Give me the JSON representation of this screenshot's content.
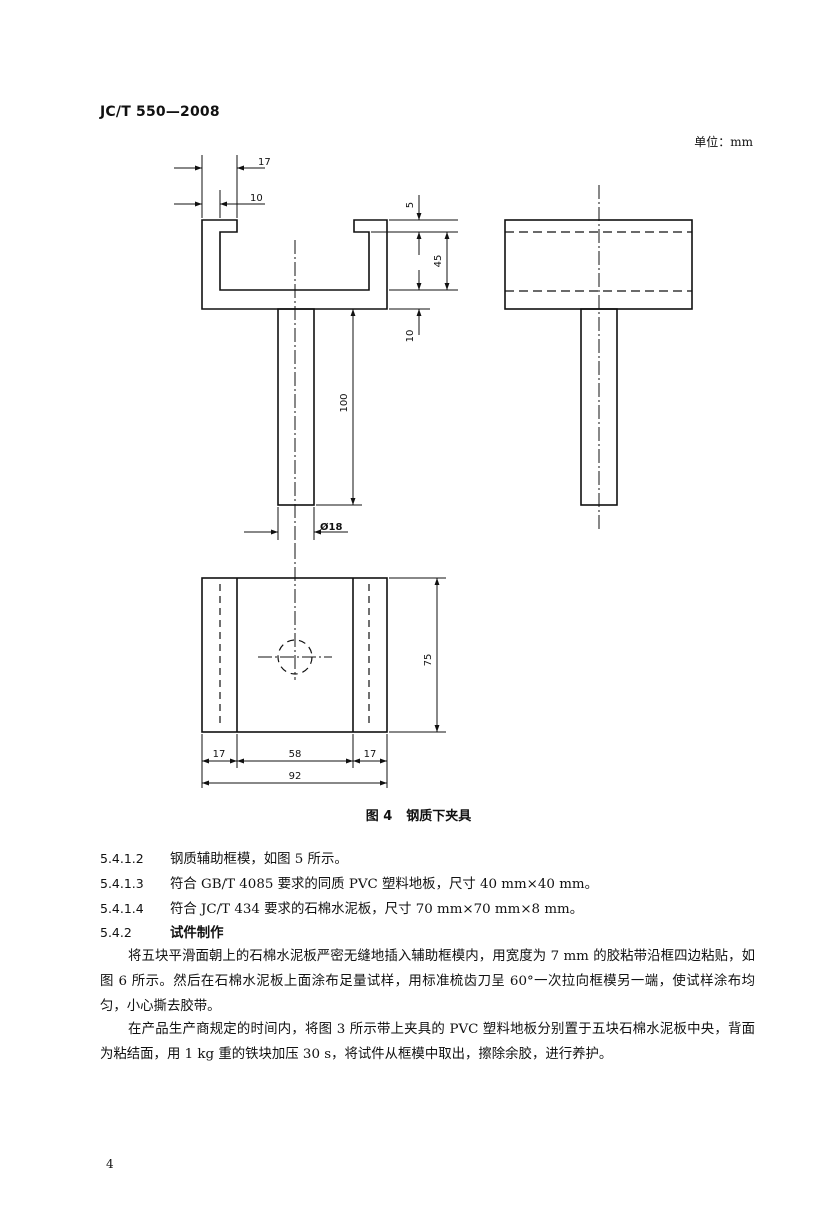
{
  "header": {
    "standard_code": "JC/T 550—2008"
  },
  "unit_label": "单位：mm",
  "figure": {
    "dimensions": {
      "top_width": "17",
      "slot_width": "10",
      "lip_height": "5",
      "body_height": "45",
      "base_thickness": "10",
      "stem_length": "100",
      "stem_diameter": "Ø18",
      "plan_depth": "75",
      "plan_left": "17",
      "plan_mid": "58",
      "plan_right": "17",
      "plan_total": "92"
    },
    "caption_number": "图 4",
    "caption_title": "钢质下夹具"
  },
  "clauses": [
    {
      "number": "5.4.1.2",
      "text": "钢质辅助框模，如图 5 所示。"
    },
    {
      "number": "5.4.1.3",
      "text": "符合 GB/T 4085 要求的同质 PVC 塑料地板，尺寸 40 mm×40 mm。"
    },
    {
      "number": "5.4.1.4",
      "text": "符合 JC/T 434 要求的石棉水泥板，尺寸 70 mm×70 mm×8 mm。"
    },
    {
      "number": "5.4.2",
      "text": "试件制作",
      "bold": true
    }
  ],
  "paragraphs": [
    "将五块平滑面朝上的石棉水泥板严密无缝地插入辅助框模内，用宽度为 7 mm 的胶粘带沿框四边粘贴，如图 6 所示。然后在石棉水泥板上面涂布足量试样，用标准梳齿刀呈 60°一次拉向框模另一端，使试样涂布均匀，小心撕去胶带。",
    "在产品生产商规定的时间内，将图 3 所示带上夹具的 PVC 塑料地板分别置于五块石棉水泥板中央，背面为粘结面，用 1 kg 重的铁块加压 30 s，将试件从框模中取出，擦除余胶，进行养护。"
  ],
  "page_number": "4"
}
